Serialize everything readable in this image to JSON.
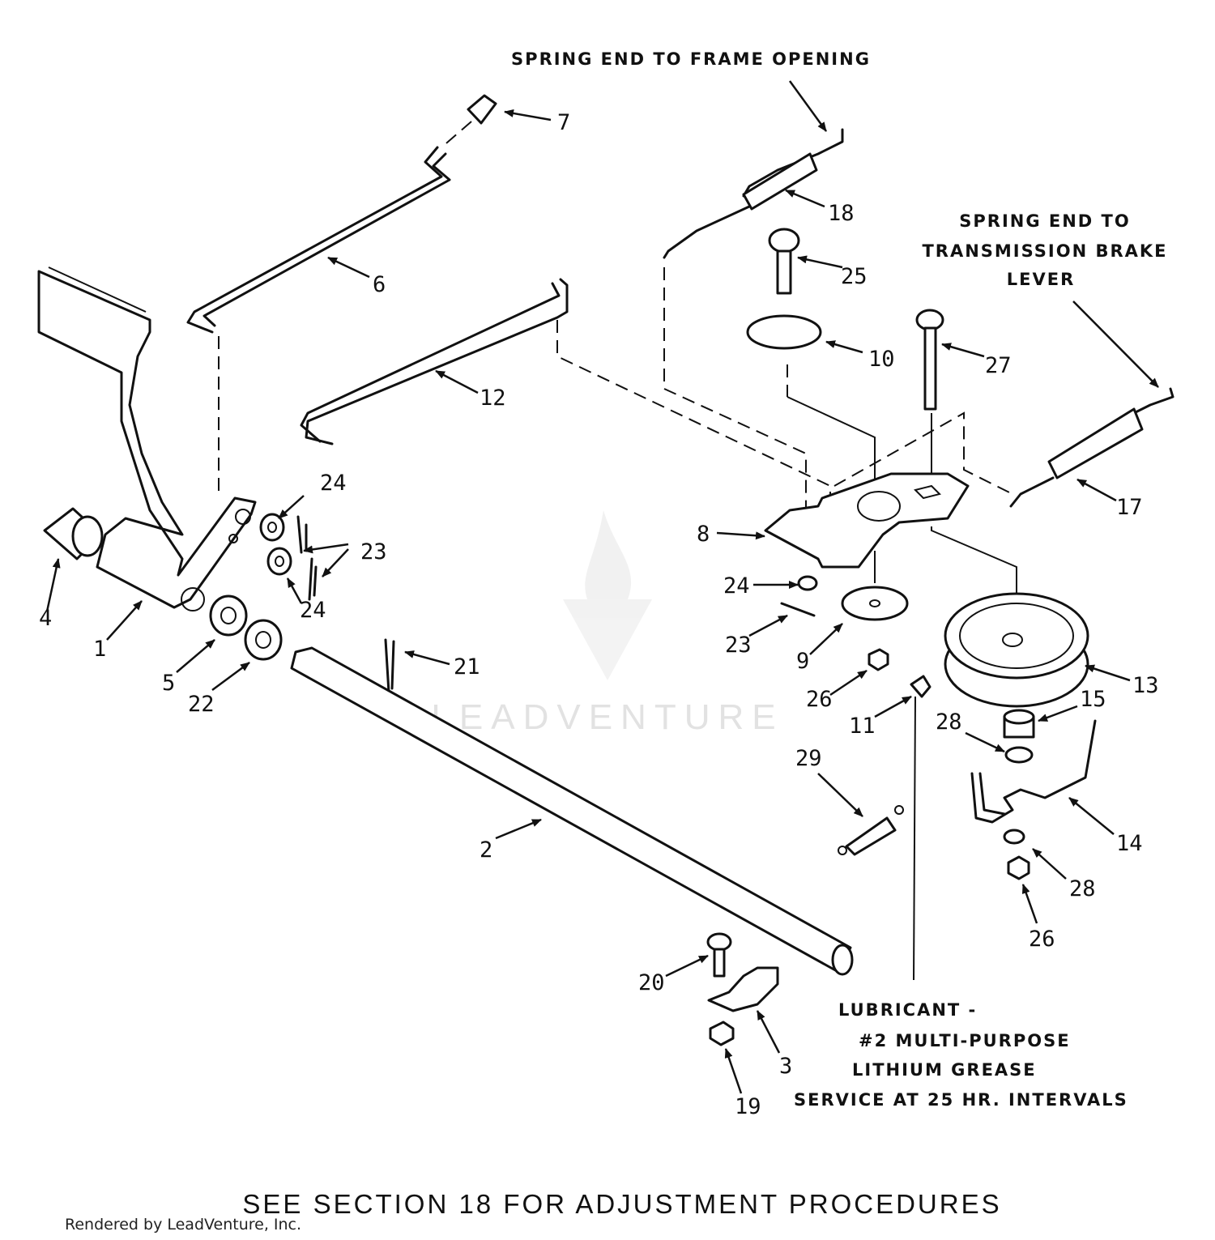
{
  "notes": {
    "spring_frame": "SPRING END TO FRAME OPENING",
    "spring_trans_1": "SPRING END TO",
    "spring_trans_2": "TRANSMISSION BRAKE",
    "spring_trans_3": "LEVER",
    "lube_1": "LUBRICANT -",
    "lube_2": "#2 MULTI-PURPOSE",
    "lube_3": "LITHIUM GREASE",
    "lube_4": "SERVICE AT 25 HR. INTERVALS"
  },
  "footer": "SEE SECTION 18 FOR ADJUSTMENT PROCEDURES",
  "credit": "Rendered by LeadVenture, Inc.",
  "watermark": "LEADVENTURE",
  "callouts": {
    "c7": "7",
    "c6": "6",
    "c18": "18",
    "c25": "25",
    "c10": "10",
    "c27": "27",
    "c12": "12",
    "c17": "17",
    "c8": "8",
    "c24a": "24",
    "c23a": "23",
    "c24b": "24",
    "c4": "4",
    "c1": "1",
    "c5": "5",
    "c22": "22",
    "c24c": "24",
    "c23b": "23",
    "c9": "9",
    "c26a": "26",
    "c13": "13",
    "c11": "11",
    "c15": "15",
    "c28a": "28",
    "c21": "21",
    "c29": "29",
    "c14": "14",
    "c2": "2",
    "c28b": "28",
    "c26b": "26",
    "c20": "20",
    "c3": "3",
    "c19": "19"
  }
}
